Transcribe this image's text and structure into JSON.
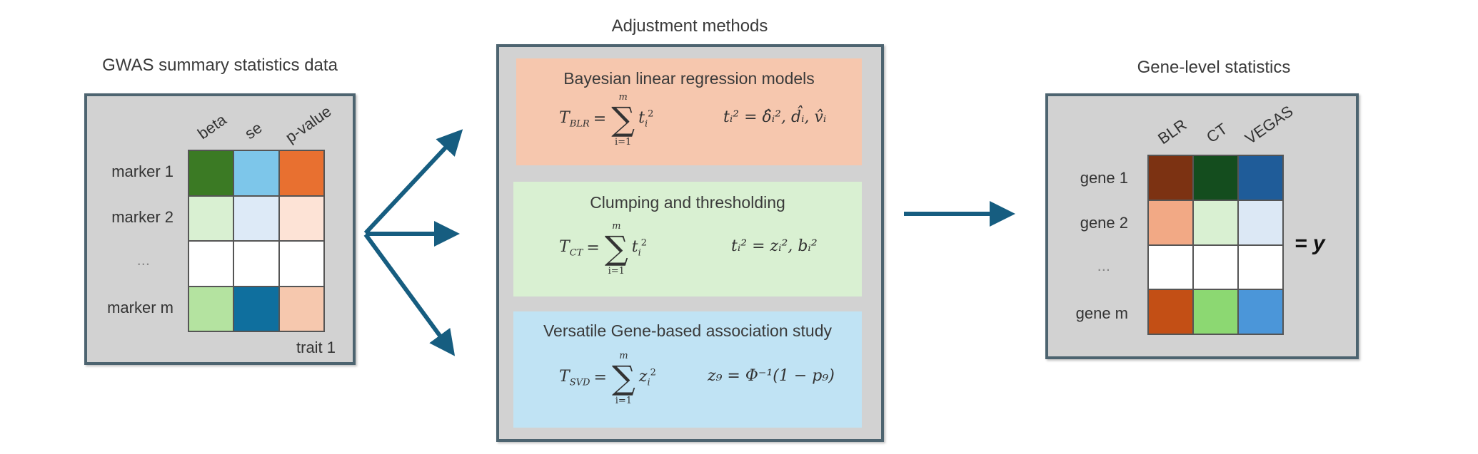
{
  "left": {
    "title": "GWAS summary statistics data",
    "columns": [
      "beta",
      "se",
      "p-value"
    ],
    "rows": [
      "marker 1",
      "marker 2",
      "...",
      "marker m"
    ],
    "footer": "trait 1",
    "cells": [
      [
        "#3b7a24",
        "#7dc6ea",
        "#e87030"
      ],
      [
        "#d9f0d2",
        "#ddeaf7",
        "#fde3d6"
      ],
      [
        "#ffffff",
        "#ffffff",
        "#ffffff"
      ],
      [
        "#b4e3a0",
        "#0f6f9e",
        "#f6c8ae"
      ]
    ]
  },
  "middle": {
    "title": "Adjustment methods",
    "methods": [
      {
        "name": "Bayesian linear regression models",
        "color": "#f6c7ae",
        "lhs_symbol": "T",
        "lhs_sub": "BLR",
        "sum_top": "m",
        "sum_bottom": "i=1",
        "term": "t",
        "term_sub": "i",
        "term_sup": "2",
        "rhs": "tᵢ² = δ̂ᵢ², d̂ᵢ, v̂ᵢ"
      },
      {
        "name": "Clumping and thresholding",
        "color": "#d9f0d2",
        "lhs_symbol": "T",
        "lhs_sub": "CT",
        "sum_top": "m",
        "sum_bottom": "i=1",
        "term": "t",
        "term_sub": "i",
        "term_sup": "2",
        "rhs": "tᵢ² = zᵢ², bᵢ²"
      },
      {
        "name": "Versatile Gene-based association study",
        "color": "#c0e3f4",
        "lhs_symbol": "T",
        "lhs_sub": "SVD",
        "sum_top": "m",
        "sum_bottom": "i=1",
        "term": "z",
        "term_sub": "i",
        "term_sup": "2",
        "rhs": "z₉ = Φ⁻¹(1 − p₉)"
      }
    ]
  },
  "right": {
    "title": "Gene-level statistics",
    "columns": [
      "BLR",
      "CT",
      "VEGAS"
    ],
    "rows": [
      "gene 1",
      "gene 2",
      "...",
      "gene m"
    ],
    "equals_label": "= y",
    "cells": [
      [
        "#7c3212",
        "#144d1e",
        "#1f5c99"
      ],
      [
        "#f2a985",
        "#d9f0d2",
        "#dce8f5"
      ],
      [
        "#ffffff",
        "#ffffff",
        "#ffffff"
      ],
      [
        "#c34f15",
        "#8cd872",
        "#4b96d9"
      ]
    ]
  },
  "arrow_color": "#165d80"
}
